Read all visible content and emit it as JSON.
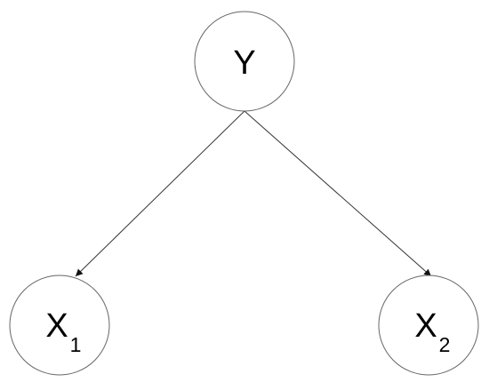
{
  "nodes": {
    "y": {
      "label": "Y"
    },
    "x1": {
      "label": "X",
      "subscript": "1"
    },
    "x2": {
      "label": "X",
      "subscript": "2"
    }
  },
  "edges": [
    {
      "from": "Y",
      "to": "X1",
      "directed": true
    },
    {
      "from": "Y",
      "to": "X2",
      "directed": true
    }
  ],
  "colors": {
    "node_stroke": "#666666",
    "edge_stroke": "#333333",
    "text": "#000000",
    "background": "#ffffff"
  }
}
